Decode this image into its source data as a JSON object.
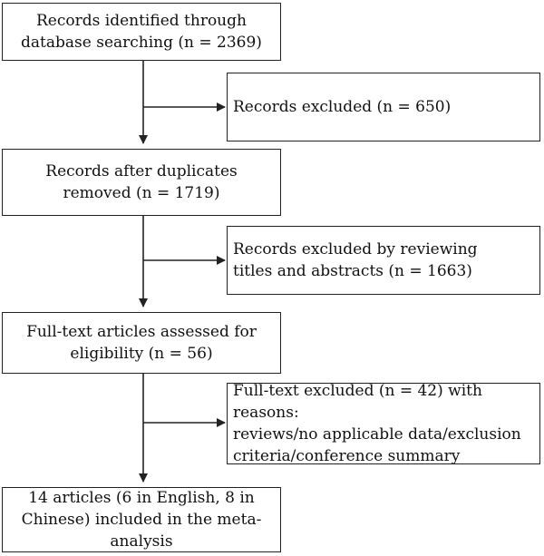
{
  "boxes": {
    "identified": "Records identified through\ndatabase searching (n = 2369)",
    "excluded_1": "Records excluded (n = 650)",
    "after_duplicates": "Records after duplicates\nremoved (n = 1719)",
    "excluded_2": "Records excluded by reviewing\ntitles and abstracts (n = 1663)",
    "full_text": "Full-text articles assessed for\neligibility (n = 56)",
    "excluded_3": "Full-text excluded (n = 42) with reasons:\nreviews/no applicable data/exclusion\ncriteria/conference summary",
    "included": "14 articles (6 in English, 8 in\nChinese) included in the meta-\nanalysis"
  }
}
